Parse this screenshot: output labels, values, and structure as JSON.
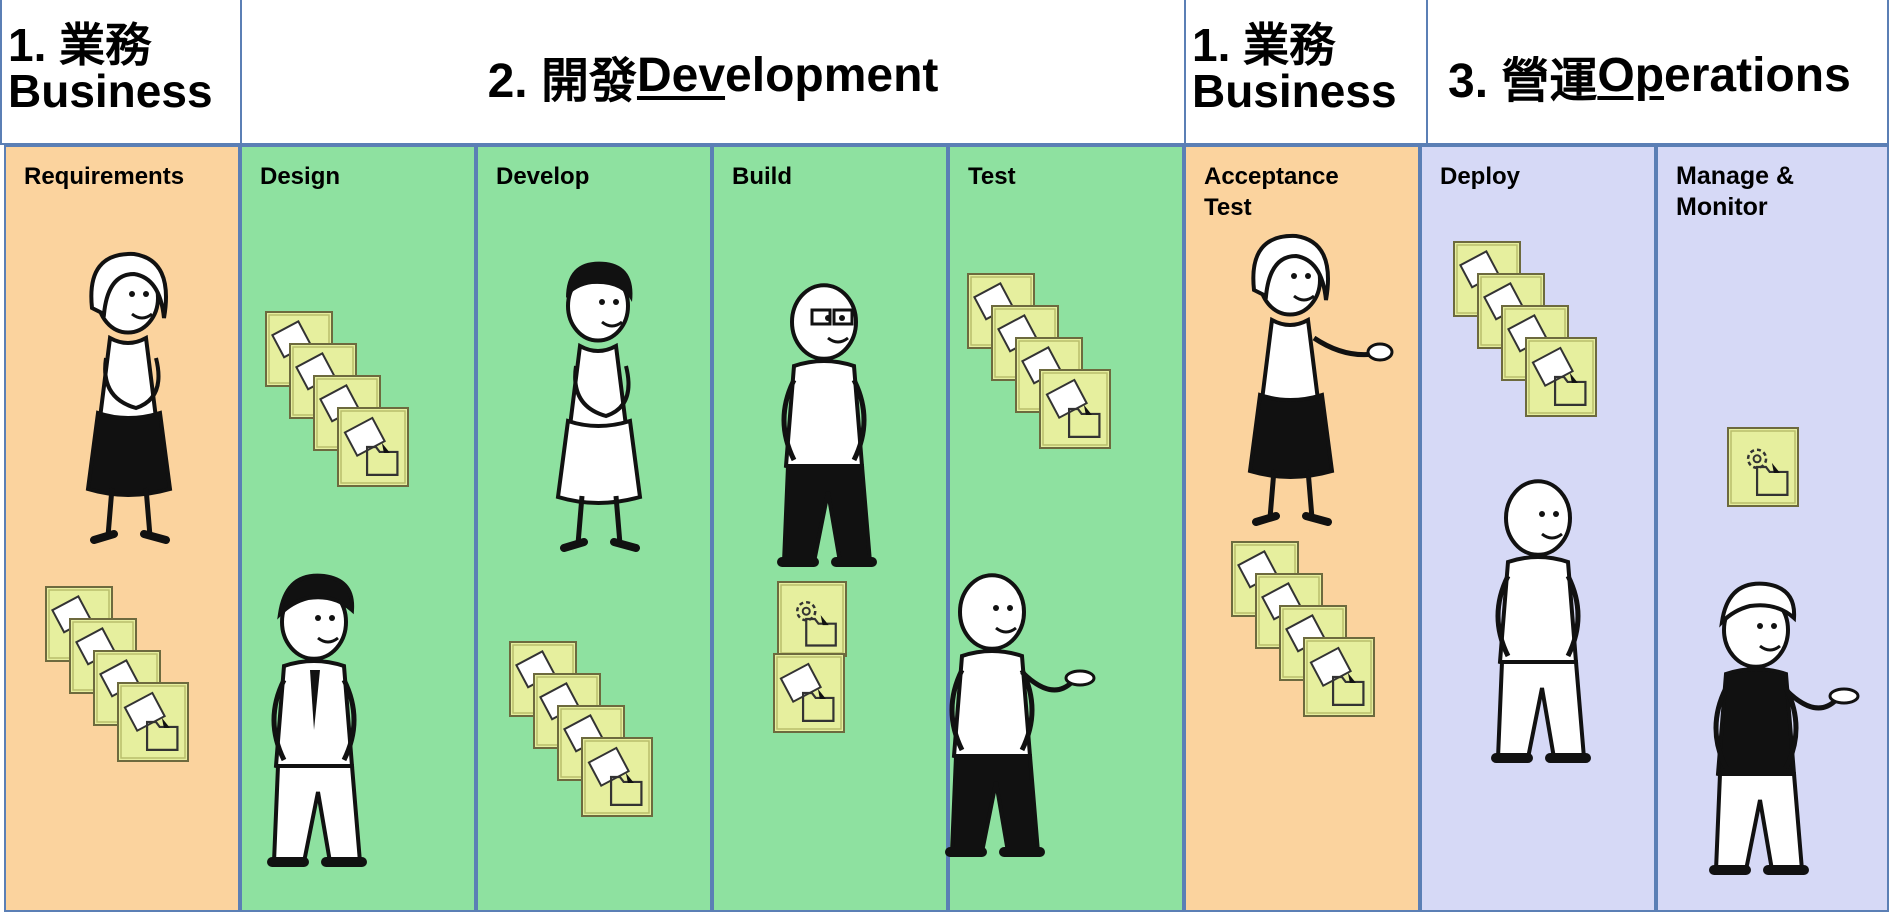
{
  "headers": {
    "business_left": {
      "line1": "1. 業務",
      "line2": "Business"
    },
    "development": {
      "prefix": "2. 開發",
      "underlined": "Dev",
      "suffix": "elopment"
    },
    "business_right": {
      "line1": "1. 業務",
      "line2": "Business"
    },
    "operations": {
      "prefix": "3. 營運",
      "underlined": "Op",
      "suffix": "erations"
    }
  },
  "lanes": [
    {
      "label": "Requirements",
      "phase": "business"
    },
    {
      "label": "Design",
      "phase": "development"
    },
    {
      "label": "Develop",
      "phase": "development"
    },
    {
      "label": "Build",
      "phase": "development"
    },
    {
      "label": "Test",
      "phase": "development"
    },
    {
      "label": "Acceptance Test",
      "phase": "business"
    },
    {
      "label": "Deploy",
      "phase": "operations"
    },
    {
      "label": "Manage & Monitor",
      "phase": "operations"
    }
  ],
  "colors": {
    "business": "#fbd39e",
    "development": "#8ee1a0",
    "operations": "#d6d9f6",
    "border": "#5b7fb5",
    "card": "#e6ef9e"
  },
  "icons": [
    "sticky-note-icon",
    "folder-icon",
    "gear-icon",
    "person-figure-icon"
  ]
}
